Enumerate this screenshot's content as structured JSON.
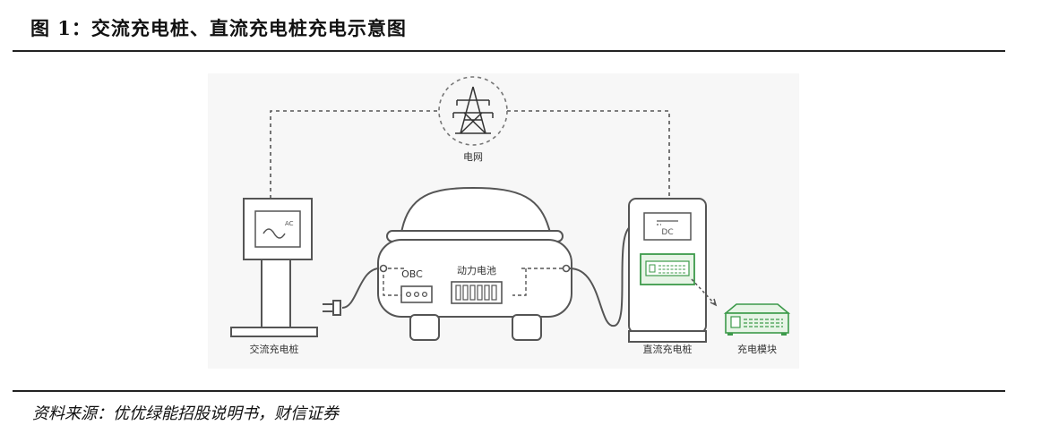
{
  "figure": {
    "title": "图 1：交流充电桩、直流充电桩充电示意图",
    "source": "资料来源：优优绿能招股说明书，财信证券"
  },
  "diagram": {
    "grid_label": "电网",
    "ac_pile_label": "交流充电桩",
    "dc_pile_label": "直流充电桩",
    "module_label": "充电模块",
    "obc_label": "OBC",
    "battery_label": "动力电池",
    "ac_screen_text": "AC",
    "dc_screen_text": "DC",
    "colors": {
      "line": "#555555",
      "accent": "#3c9a4a",
      "accent_fill": "#e7f4e6"
    }
  }
}
